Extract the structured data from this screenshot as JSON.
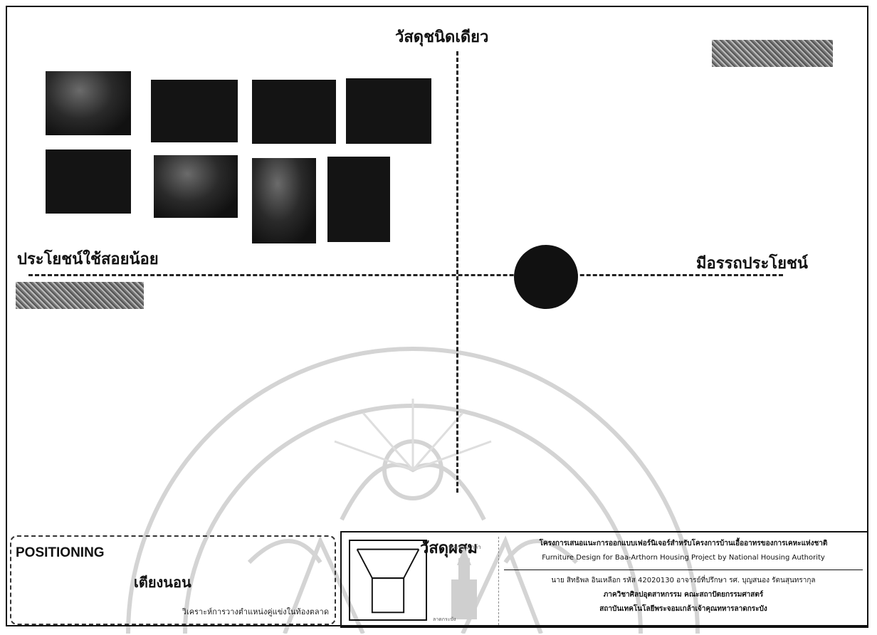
{
  "axes": {
    "top": "วัสดุชนิดเดียว",
    "bottom": "วัสดุผสม",
    "left": "ประโยชน์ใช้สอยน้อย",
    "right": "มีอรรถประโยชน์"
  },
  "positioning": {
    "title": "POSITIONING",
    "product": "เตียงนอน",
    "description": "วิเคราะห์การวางตำแหน่งคู่แข่งในท้องตลาด"
  },
  "title_block": {
    "line1": "โครงการเสนอแนะการออกแบบเฟอร์นิเจอร์สำหรับโครงการบ้านเอื้ออาทรของการเคหะแห่งชาติ",
    "line2": "Furniture Design for Baa-Arthorn Housing Project by National Housing Authority",
    "line3": "นาย สิทธิพล อินเหลือก   รหัส 42020130   อาจารย์ที่ปรึกษา  รศ. บุญสนอง รัตนสุนทรากุล",
    "line4": "ภาควิชาศิลปอุตสาหกรรม          คณะสถาปัตยกรรมศาสตร์",
    "line5": "สถาบันเทคโนโลยีพระจอมเกล้าเจ้าคุณทหารลาดกระบัง",
    "logo_text": "พระจอมเกล้า",
    "logo_subtext": "ลาดกระบัง"
  },
  "colors": {
    "ink": "#111111",
    "background": "#ffffff"
  }
}
